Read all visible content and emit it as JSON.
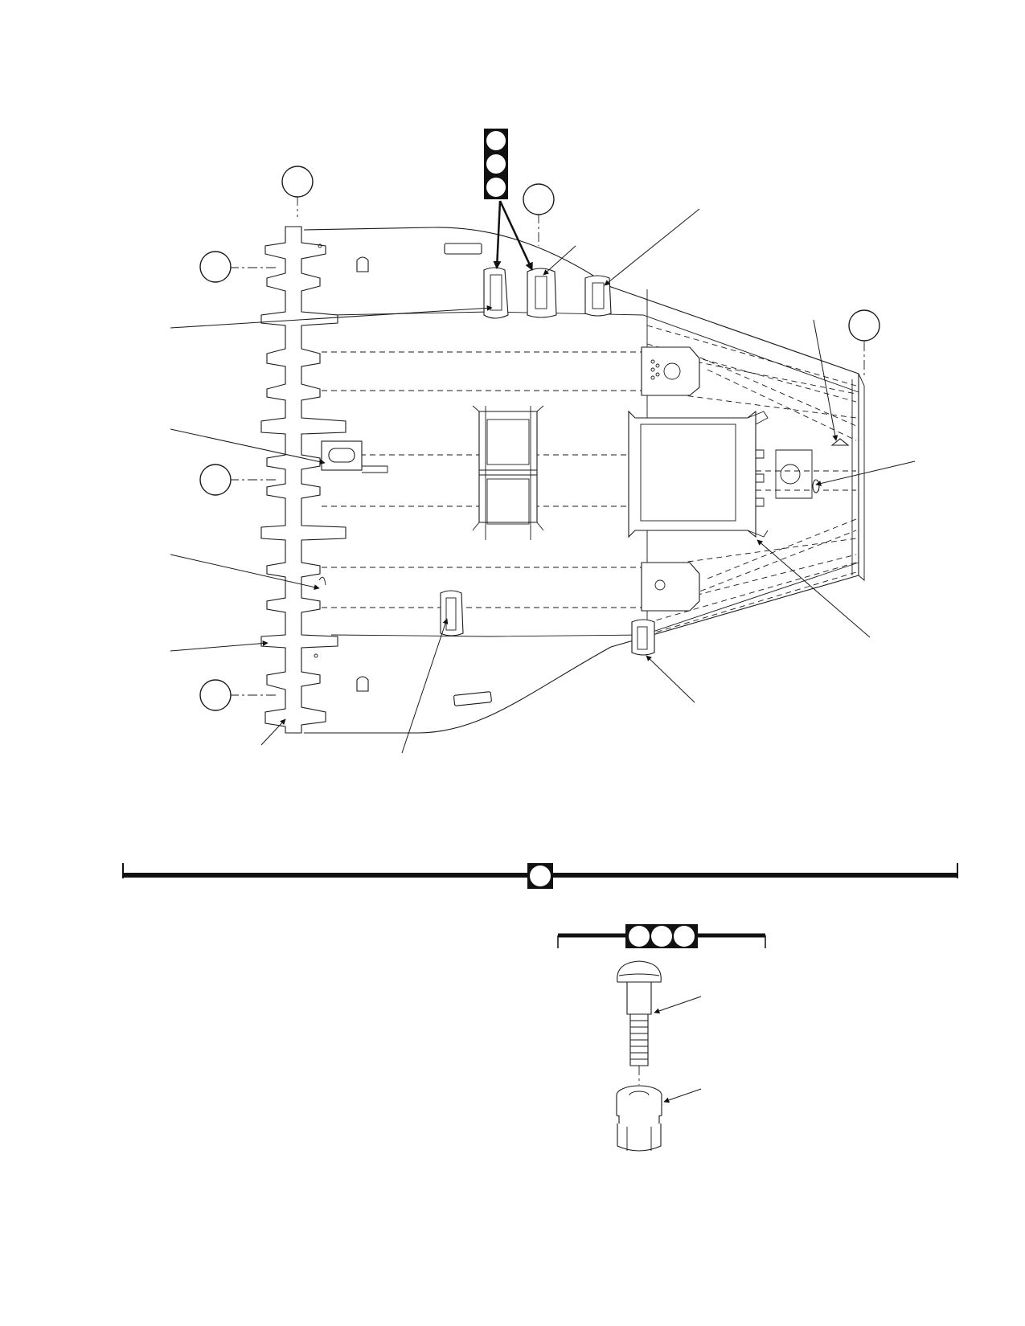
{
  "figure": {
    "type": "exploded parts illustration",
    "callout_bubbles": [
      "blank-circle",
      "blank-circle",
      "blank-circle",
      "blank-circle",
      "blank-circle",
      "blank-circle",
      "blank-circle"
    ],
    "index_tabs": [
      "triple-circle-tab-vertical",
      "single-circle-divider",
      "triple-circle-tab-horizontal"
    ],
    "leader_lines": 14
  },
  "colors": {
    "line": "#1a1a1a",
    "background": "#ffffff"
  }
}
